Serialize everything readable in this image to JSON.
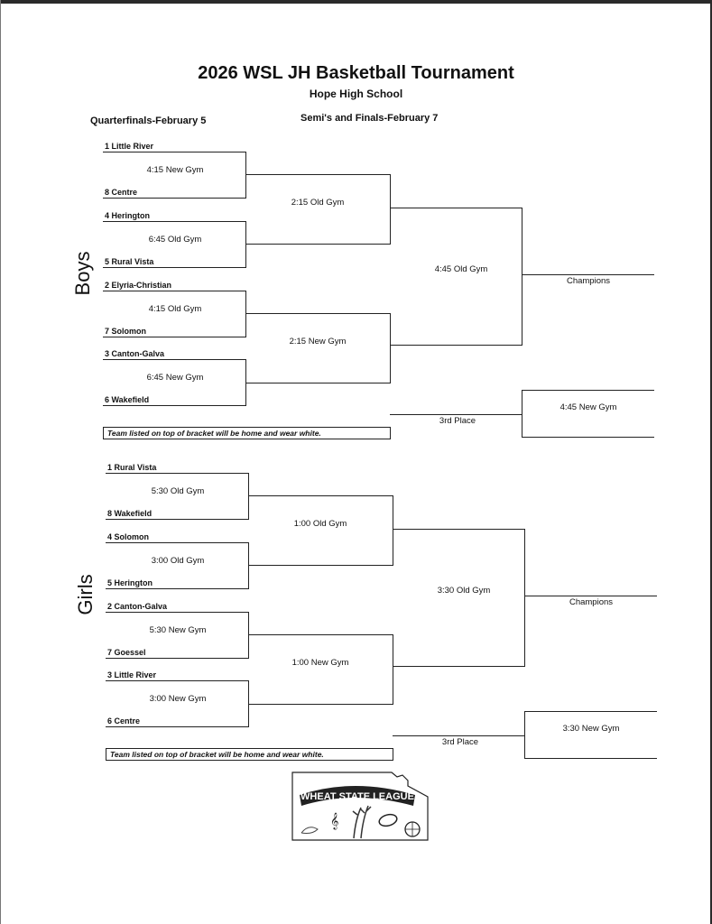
{
  "title": "2026 WSL JH Basketball Tournament",
  "subtitle": "Hope High School",
  "headers": {
    "quarterfinals": "Quarterfinals-February 5",
    "semis_finals": "Semi's and Finals-February 7"
  },
  "brackets": [
    {
      "division": "Boys",
      "quarterfinals": [
        {
          "top": "1 Little River",
          "bottom": "8 Centre",
          "time": "4:15 New Gym"
        },
        {
          "top": "4 Herington",
          "bottom": "5 Rural Vista",
          "time": "6:45 Old Gym"
        },
        {
          "top": "2 Elyria-Christian",
          "bottom": "7 Solomon",
          "time": "4:15 Old Gym"
        },
        {
          "top": "3 Canton-Galva",
          "bottom": "6 Wakefield",
          "time": "6:45 New Gym"
        }
      ],
      "semifinals": [
        {
          "time": "2:15 Old Gym"
        },
        {
          "time": "2:15 New Gym"
        }
      ],
      "final": {
        "time": "4:45 Old Gym",
        "label": "Champions"
      },
      "third_place": {
        "label": "3rd Place",
        "time": "4:45 New Gym"
      },
      "note": "Team listed on top of bracket will be home and wear white."
    },
    {
      "division": "Girls",
      "quarterfinals": [
        {
          "top": "1 Rural Vista",
          "bottom": "8 Wakefield",
          "time": "5:30 Old Gym"
        },
        {
          "top": "4 Solomon",
          "bottom": "5 Herington",
          "time": "3:00 Old Gym"
        },
        {
          "top": "2 Canton-Galva",
          "bottom": "7 Goessel",
          "time": "5:30 New Gym"
        },
        {
          "top": "3 Little River",
          "bottom": "6 Centre",
          "time": "3:00 New Gym"
        }
      ],
      "semifinals": [
        {
          "time": "1:00 Old Gym"
        },
        {
          "time": "1:00 New Gym"
        }
      ],
      "final": {
        "time": "3:30 Old Gym",
        "label": "Champions"
      },
      "third_place": {
        "label": "3rd Place",
        "time": "3:30 New Gym"
      },
      "note": "Team listed on top of bracket will be home and wear white."
    }
  ],
  "logo": {
    "text": "WHEAT STATE LEAGUE"
  }
}
